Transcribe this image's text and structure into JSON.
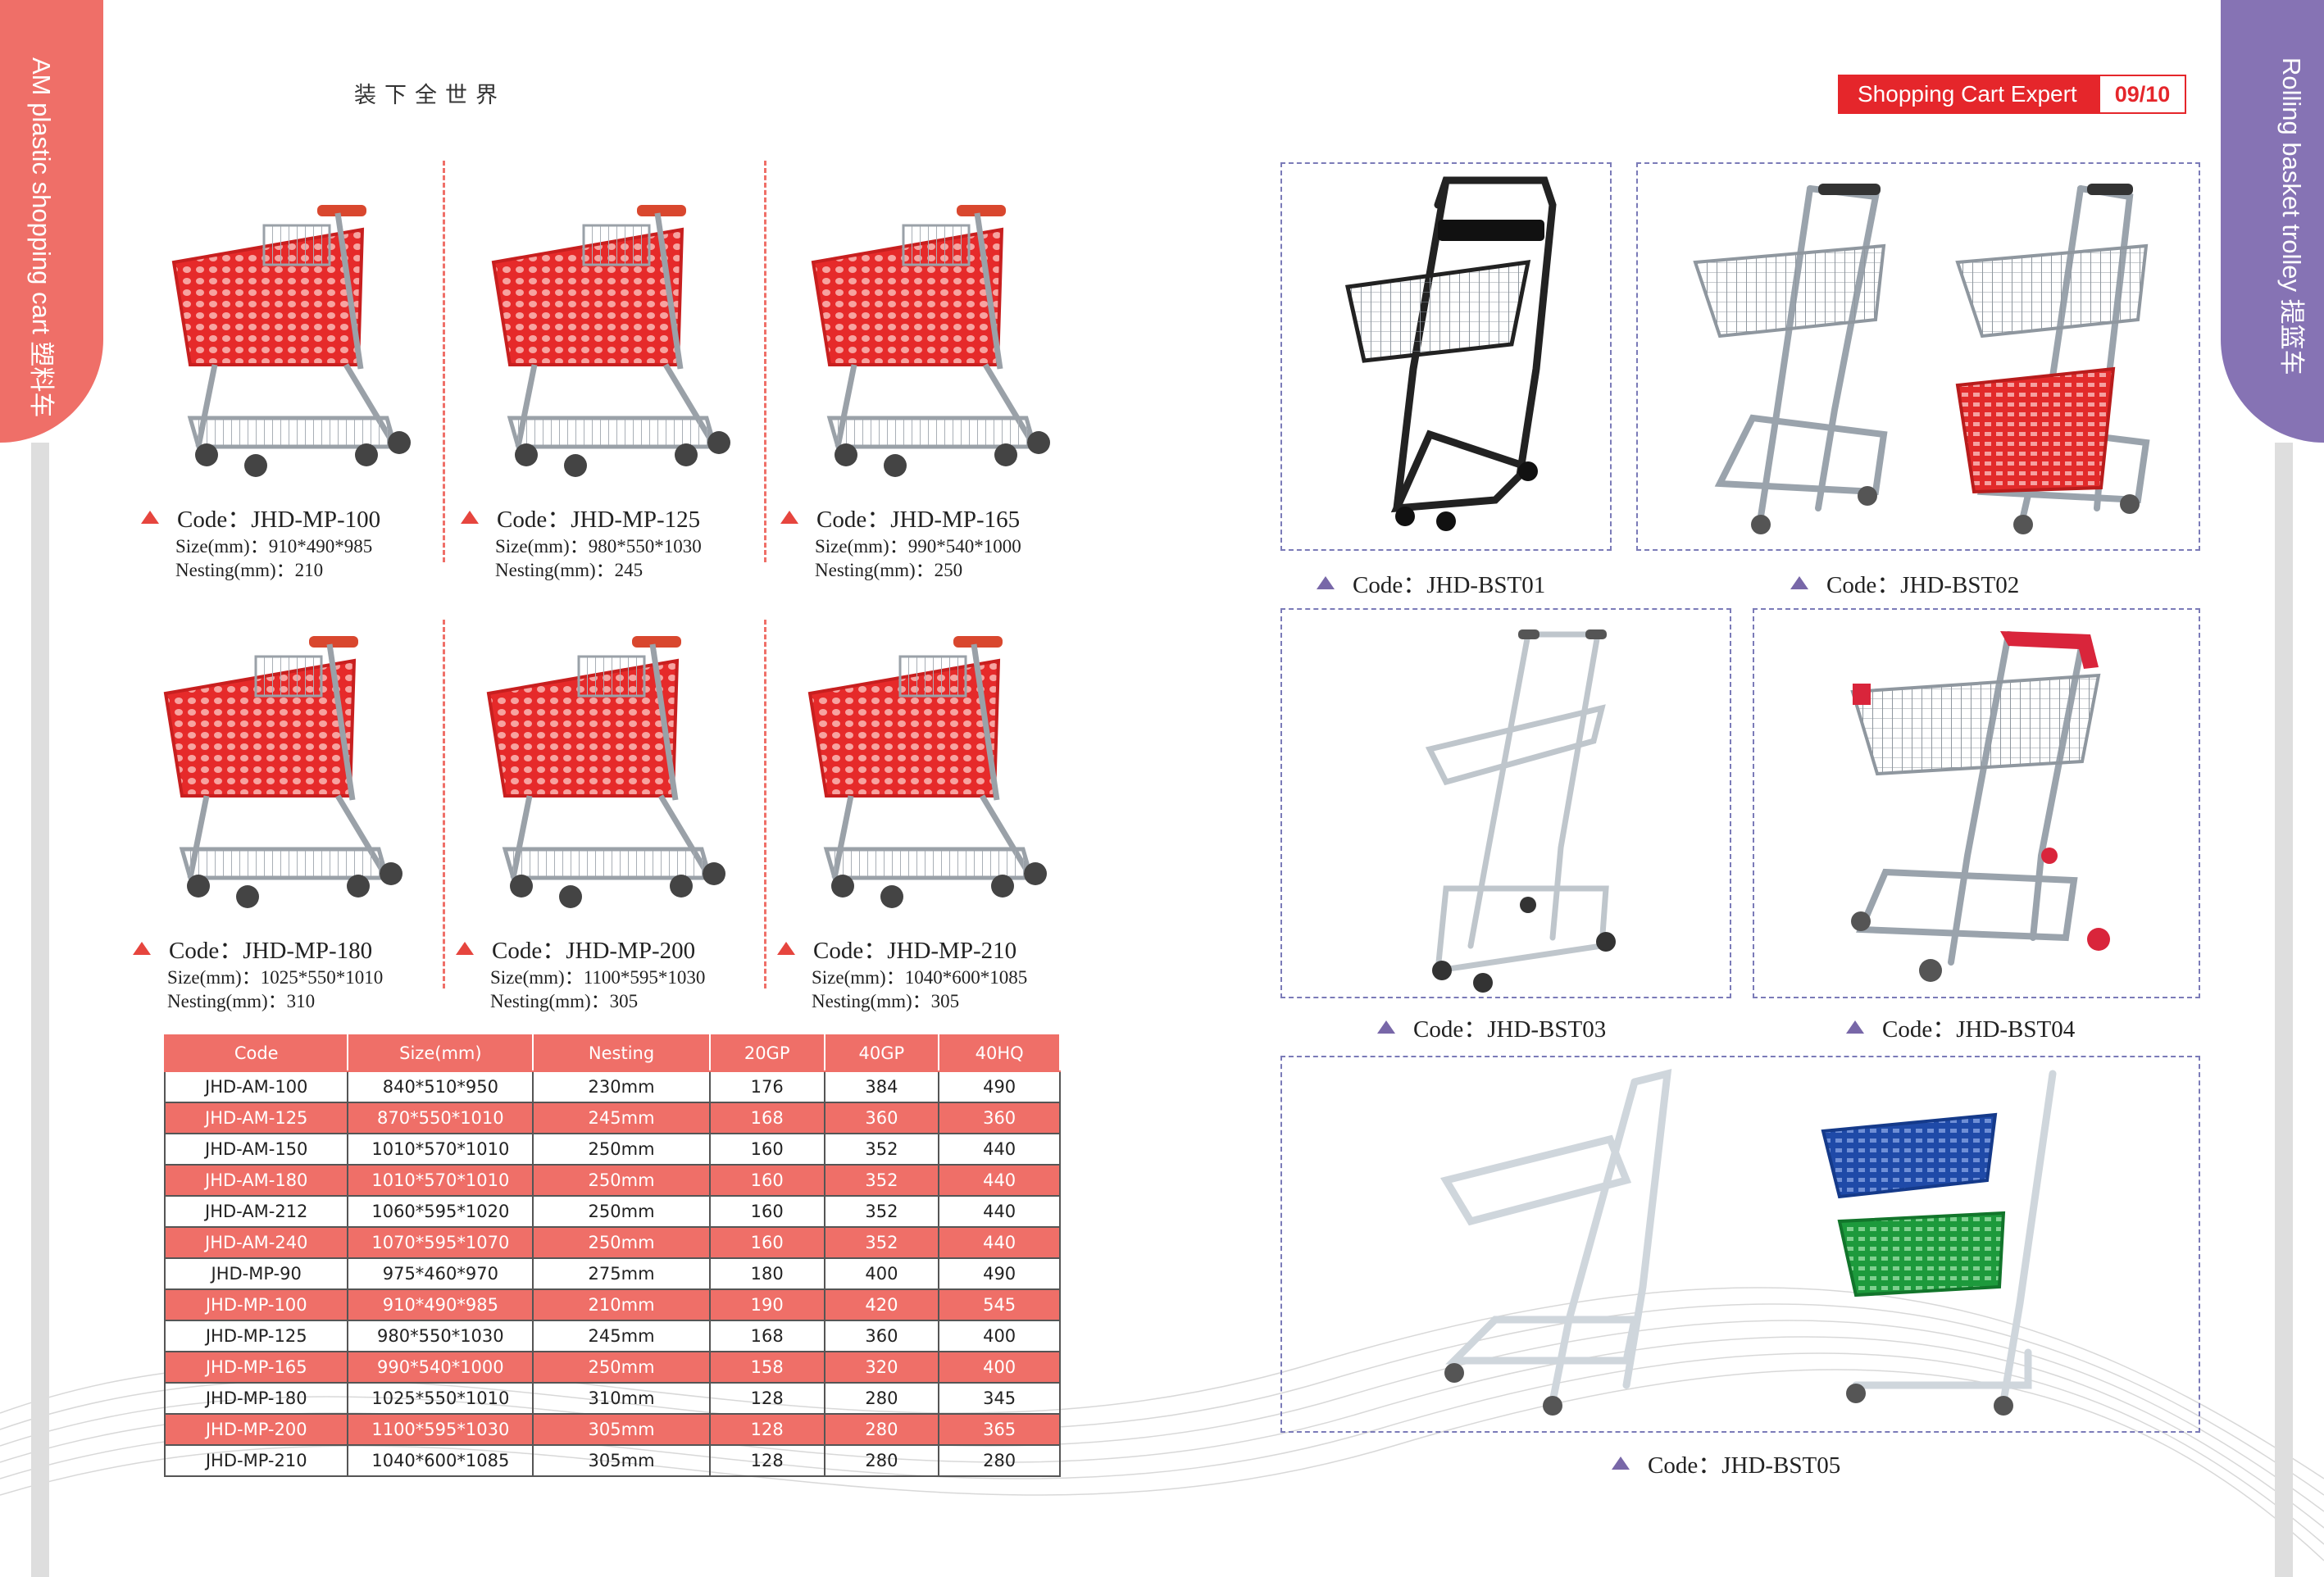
{
  "left_tab": {
    "label": "AM plastic shopping cart 塑料车"
  },
  "right_tab": {
    "label": "Rolling basket trolley 提篮车"
  },
  "slogan": "装下全世界",
  "brand": {
    "name": "Shopping Cart Expert",
    "page": "09/10"
  },
  "colors": {
    "accent_red": "#e5262b",
    "tab_salmon": "#ef6f68",
    "tab_purple": "#8673b4",
    "cart_red": "#e62a2a"
  },
  "products": [
    {
      "code": "Code：JHD-MP-100",
      "size": "Size(mm)：910*490*985",
      "nesting": "Nesting(mm)：210"
    },
    {
      "code": "Code：JHD-MP-125",
      "size": "Size(mm)：980*550*1030",
      "nesting": "Nesting(mm)：245"
    },
    {
      "code": "Code：JHD-MP-165",
      "size": "Size(mm)：990*540*1000",
      "nesting": "Nesting(mm)：250"
    },
    {
      "code": "Code：JHD-MP-180",
      "size": "Size(mm)：1025*550*1010",
      "nesting": "Nesting(mm)：310"
    },
    {
      "code": "Code：JHD-MP-200",
      "size": "Size(mm)：1100*595*1030",
      "nesting": "Nesting(mm)：305"
    },
    {
      "code": "Code：JHD-MP-210",
      "size": "Size(mm)：1040*600*1085",
      "nesting": "Nesting(mm)：305"
    }
  ],
  "table": {
    "headers": [
      "Code",
      "Size(mm)",
      "Nesting",
      "20GP",
      "40GP",
      "40HQ"
    ],
    "rows": [
      [
        "JHD-AM-100",
        "840*510*950",
        "230mm",
        "176",
        "384",
        "490"
      ],
      [
        "JHD-AM-125",
        "870*550*1010",
        "245mm",
        "168",
        "360",
        "360"
      ],
      [
        "JHD-AM-150",
        "1010*570*1010",
        "250mm",
        "160",
        "352",
        "440"
      ],
      [
        "JHD-AM-180",
        "1010*570*1010",
        "250mm",
        "160",
        "352",
        "440"
      ],
      [
        "JHD-AM-212",
        "1060*595*1020",
        "250mm",
        "160",
        "352",
        "440"
      ],
      [
        "JHD-AM-240",
        "1070*595*1070",
        "250mm",
        "160",
        "352",
        "440"
      ],
      [
        "JHD-MP-90",
        "975*460*970",
        "275mm",
        "180",
        "400",
        "490"
      ],
      [
        "JHD-MP-100",
        "910*490*985",
        "210mm",
        "190",
        "420",
        "545"
      ],
      [
        "JHD-MP-125",
        "980*550*1030",
        "245mm",
        "168",
        "360",
        "400"
      ],
      [
        "JHD-MP-165",
        "990*540*1000",
        "250mm",
        "158",
        "320",
        "400"
      ],
      [
        "JHD-MP-180",
        "1025*550*1010",
        "310mm",
        "128",
        "280",
        "345"
      ],
      [
        "JHD-MP-200",
        "1100*595*1030",
        "305mm",
        "128",
        "280",
        "365"
      ],
      [
        "JHD-MP-210",
        "1040*600*1085",
        "305mm",
        "128",
        "280",
        "280"
      ]
    ]
  },
  "trolleys": [
    {
      "code": "Code：JHD-BST01"
    },
    {
      "code": "Code：JHD-BST02"
    },
    {
      "code": "Code：JHD-BST03"
    },
    {
      "code": "Code：JHD-BST04"
    },
    {
      "code": "Code：JHD-BST05"
    }
  ]
}
